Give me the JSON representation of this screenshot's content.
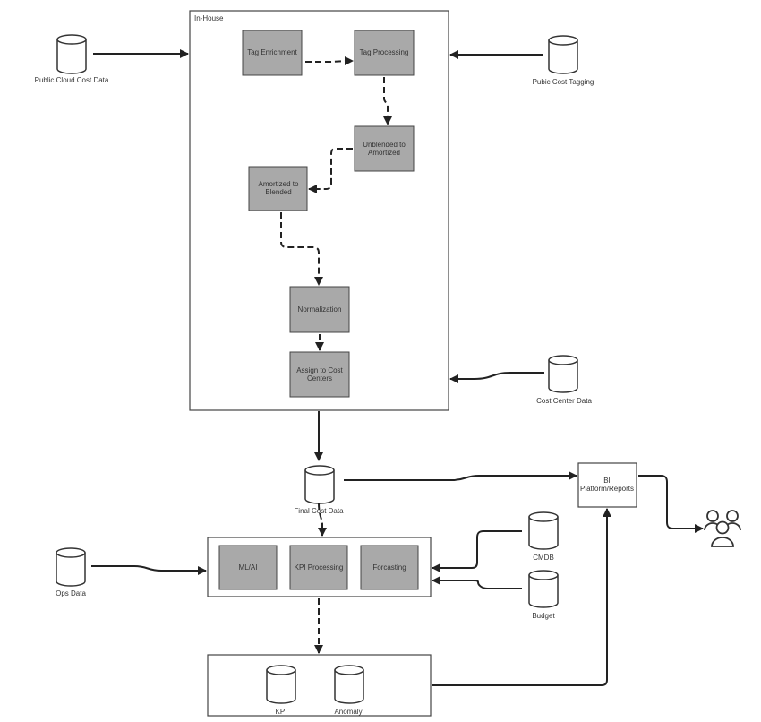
{
  "in_house": {
    "label": "In-House"
  },
  "process_boxes": {
    "tag_enrichment": "Tag Enrichment",
    "tag_processing": "Tag Processing",
    "unblended_to_amortized": [
      "Unblended to",
      "Amortized"
    ],
    "amortized_to_blended": [
      "Amortized to",
      "Blended"
    ],
    "normalization": "Normalization",
    "assign_to_cost_centers": [
      "Assign to Cost",
      "Centers"
    ]
  },
  "analytics_boxes": {
    "ml_ai": "ML/AI",
    "kpi_processing": "KPI Processing",
    "forecasting": "Forcasting"
  },
  "bi": {
    "label": [
      "BI",
      "Platform/Reports"
    ]
  },
  "data_sources": {
    "public_cloud_cost_data": "Public Cloud Cost Data",
    "public_cost_tagging": "Pubic Cost Tagging",
    "cost_center_data": "Cost Center Data",
    "final_cost_data": "Final Cost Data",
    "ops_data": "Ops Data",
    "cmdb": "CMDB",
    "budget": "Budget",
    "kpi": "KPI",
    "anomaly": "Anomaly"
  },
  "icons": {
    "users": "users-icon",
    "database": "database-icon"
  }
}
